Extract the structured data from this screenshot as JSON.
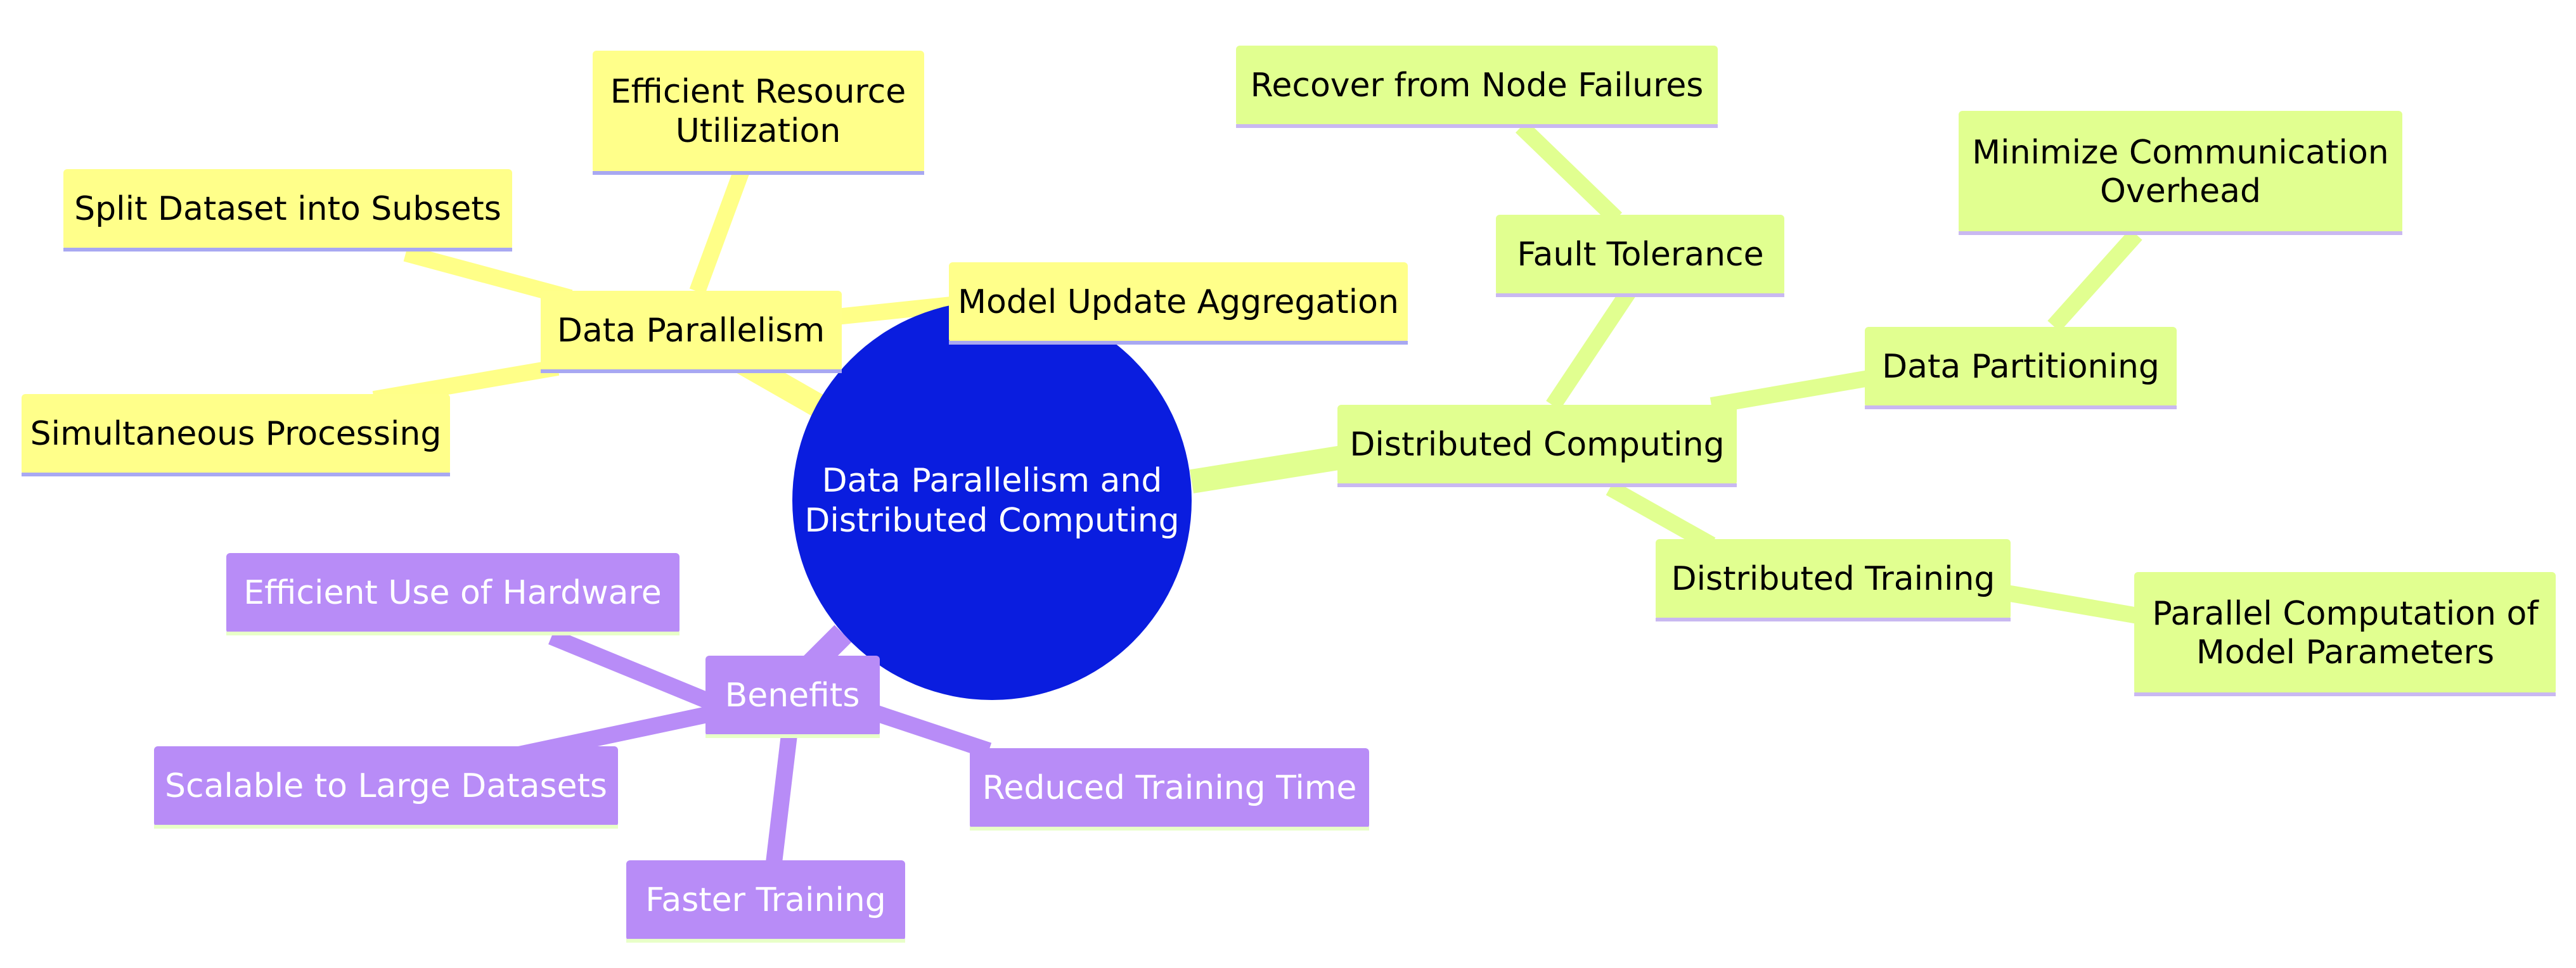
{
  "colors": {
    "root_fill": "#0a1ddf",
    "root_text": "#ffffff",
    "yellow_fill": "#ffff8a",
    "yellow_edge": "#ffff88",
    "yellow_underline": "#a8a8f2",
    "green_fill": "#e1ff90",
    "green_edge": "#e1ff90",
    "green_underline": "#c9b8f1",
    "purple_fill": "#b88cf7",
    "purple_edge": "#b88cf7",
    "purple_underline": "#e8ffc8"
  },
  "root": {
    "line1": "Data Parallelism and",
    "line2": "Distributed Computing"
  },
  "data_parallelism": {
    "label": "Data Parallelism",
    "children": {
      "efficient_resource_line1": "Efficient Resource",
      "efficient_resource_line2": "Utilization",
      "split_dataset": "Split Dataset into Subsets",
      "simultaneous": "Simultaneous Processing",
      "model_update": "Model Update Aggregation"
    }
  },
  "distributed_computing": {
    "label": "Distributed Computing",
    "fault_tolerance": {
      "label": "Fault Tolerance",
      "child": "Recover from Node Failures"
    },
    "data_partitioning": {
      "label": "Data Partitioning",
      "child_line1": "Minimize Communication",
      "child_line2": "Overhead"
    },
    "distributed_training": {
      "label": "Distributed Training",
      "child_line1": "Parallel Computation of",
      "child_line2": "Model Parameters"
    }
  },
  "benefits": {
    "label": "Benefits",
    "children": {
      "efficient_hardware": "Efficient Use of Hardware",
      "scalable": "Scalable to Large Datasets",
      "faster": "Faster Training",
      "reduced": "Reduced Training Time"
    }
  }
}
